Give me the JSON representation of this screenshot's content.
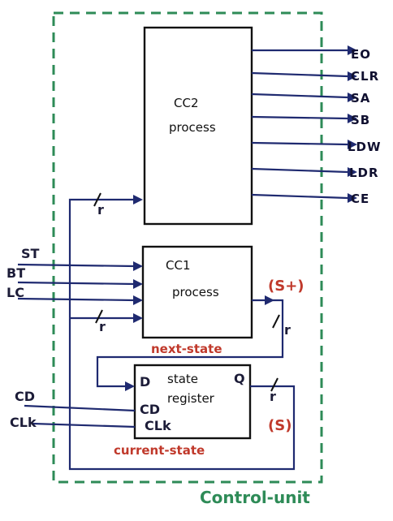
{
  "blocks": {
    "cc2": {
      "line1": "CC2",
      "line2": "process"
    },
    "cc1": {
      "line1": "CC1",
      "line2": "process"
    },
    "reg": {
      "line1": "state",
      "line2": "register",
      "port_d": "D",
      "port_q": "Q",
      "port_cd": "CD",
      "port_clk": "CLk"
    }
  },
  "inputs": [
    "ST",
    "BT",
    "LC",
    "CD",
    "CLk"
  ],
  "outputs": [
    "EO",
    "CLR",
    "SA",
    "SB",
    "LDW",
    "LDR",
    "CE"
  ],
  "bus_width_label": "r",
  "signals": {
    "next_state": "next-state",
    "current_state": "current-state",
    "s_plus": "(S+)",
    "s": "(S)"
  },
  "boundary_label": "Control-unit",
  "colors": {
    "wire": "#1f2a70",
    "red": "#c0392b",
    "green": "#2e8b57",
    "dash": "#2e8b57"
  }
}
